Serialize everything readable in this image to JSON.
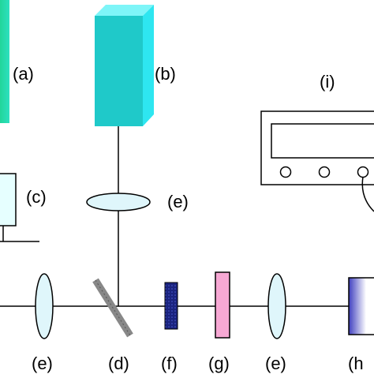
{
  "labels": {
    "a": "(a)",
    "b": "(b)",
    "c": "(c)",
    "d": "(d)",
    "e": "(e)",
    "f": "(f)",
    "g": "(g)",
    "h": "(h",
    "i": "(i)"
  },
  "colors": {
    "laser_front": "#1fc9c9",
    "laser_side": "#2ee6f0",
    "laser_top": "#7ef5f8",
    "laser_a": "#22d69a",
    "monitor_fill": "#e6ffff",
    "filter_f": "#1a237e",
    "plate_g": "#f7a8d4",
    "lens": "#dff6fb",
    "detector_h": "#3f3fbf",
    "line": "#000000"
  }
}
